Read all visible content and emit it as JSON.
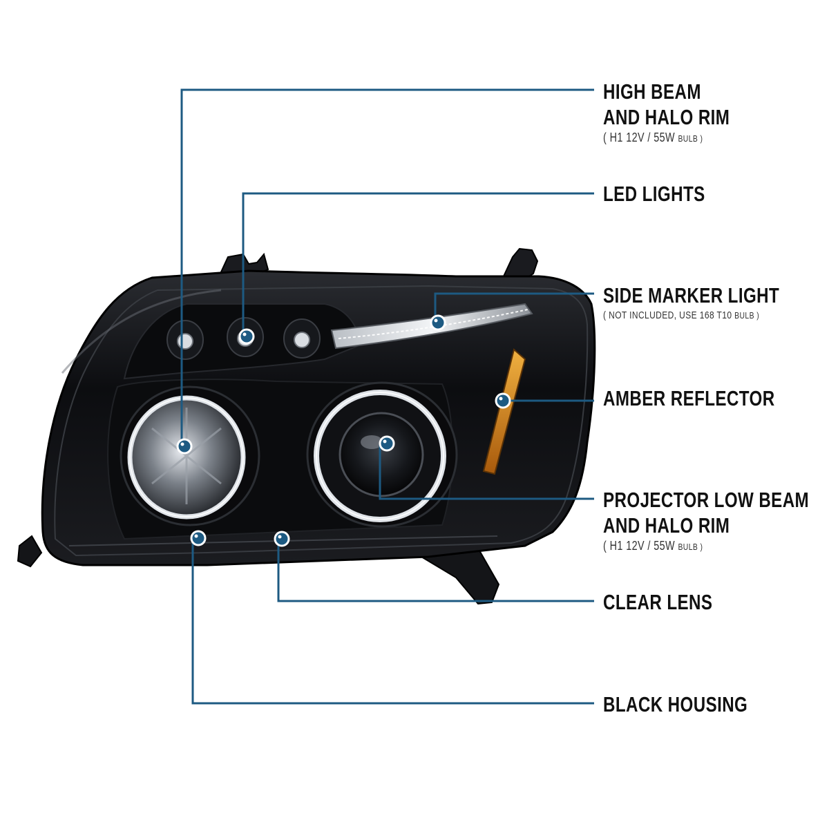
{
  "colors": {
    "leader": "#1d5a82",
    "dot": "#1d5a82",
    "housing": "#0d0d0f",
    "amber": "#d98a1a",
    "chrome": "#c9ced4"
  },
  "callouts": [
    {
      "id": "high-beam",
      "lines": [
        "HIGH BEAM",
        "AND HALO RIM"
      ],
      "sub": [
        "( H1  12V / 55W",
        "BULB )"
      ]
    },
    {
      "id": "led-lights",
      "lines": [
        "LED LIGHTS"
      ]
    },
    {
      "id": "side-marker",
      "lines": [
        "SIDE MARKER LIGHT"
      ],
      "sub": [
        "( NOT INCLUDED, USE  168  T10",
        "BULB )"
      ]
    },
    {
      "id": "amber-reflector",
      "lines": [
        "AMBER REFLECTOR"
      ]
    },
    {
      "id": "projector-low-beam",
      "lines": [
        "PROJECTOR LOW BEAM",
        "AND HALO RIM"
      ],
      "sub": [
        "( H1  12V / 55W",
        "BULB )"
      ]
    },
    {
      "id": "clear-lens",
      "lines": [
        "CLEAR LENS"
      ]
    },
    {
      "id": "black-housing",
      "lines": [
        "BLACK HOUSING"
      ]
    }
  ]
}
